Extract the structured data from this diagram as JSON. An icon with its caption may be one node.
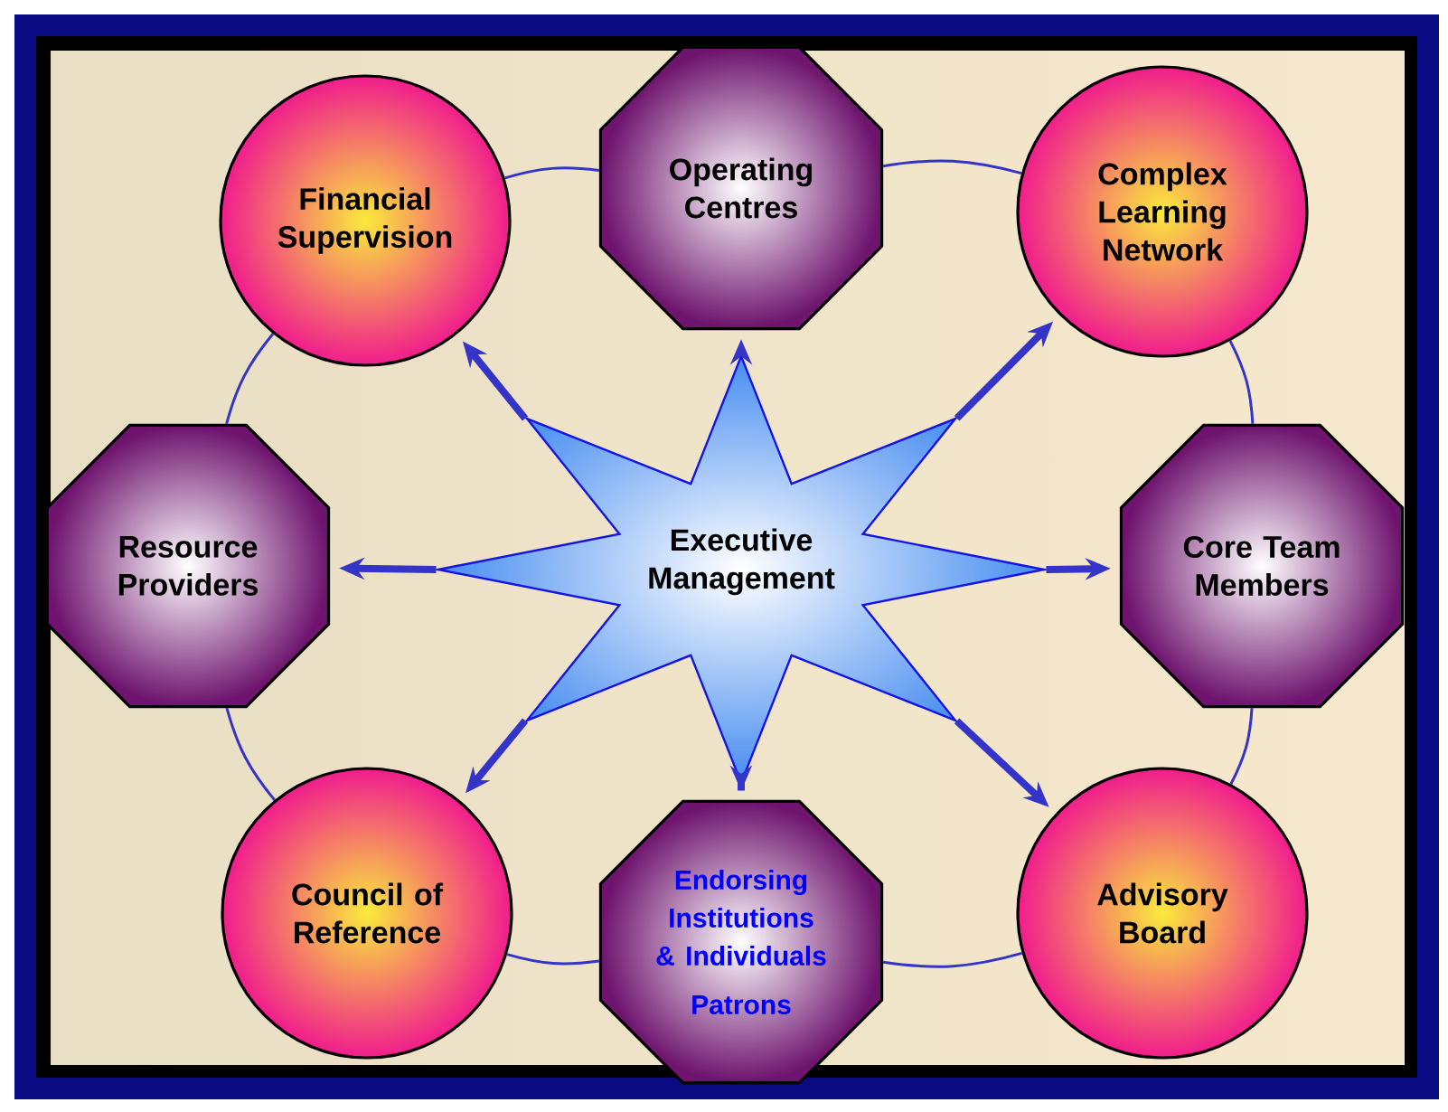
{
  "diagram": {
    "nodes": [
      {
        "text": [
          "Financial Supervision"
        ]
      },
      {
        "text": [
          "Operating Centres"
        ]
      },
      {
        "text": [
          "Complex Learning Network"
        ]
      },
      {
        "text": [
          "Resource Providers"
        ]
      },
      {
        "text": [
          "Executive Management"
        ]
      },
      {
        "text": [
          "Core Team Members"
        ]
      },
      {
        "text": [
          "Council of Reference"
        ]
      },
      {
        "text": [
          "Endorsing Institutions & Individuals",
          "Patrons"
        ]
      },
      {
        "text": [
          "Advisory Board"
        ]
      }
    ],
    "edges": [
      {
        "from": 4,
        "to": 0,
        "arrow": "to",
        "style": "thick"
      },
      {
        "from": 4,
        "to": 1,
        "arrow": "to",
        "style": "thick"
      },
      {
        "from": 4,
        "to": 2,
        "arrow": "to",
        "style": "thick"
      },
      {
        "from": 4,
        "to": 3,
        "arrow": "to",
        "style": "thick"
      },
      {
        "from": 4,
        "to": 5,
        "arrow": "to",
        "style": "thick"
      },
      {
        "from": 4,
        "to": 6,
        "arrow": "to",
        "style": "thick"
      },
      {
        "from": 4,
        "to": 7,
        "arrow": "to",
        "style": "thick"
      },
      {
        "from": 4,
        "to": 8,
        "arrow": "to",
        "style": "thick"
      },
      {
        "from": 0,
        "to": 1,
        "arrow": "none"
      },
      {
        "from": 1,
        "to": 2,
        "arrow": "none"
      },
      {
        "from": 2,
        "to": 5,
        "arrow": "none"
      },
      {
        "from": 5,
        "to": 8,
        "arrow": "none"
      },
      {
        "from": 8,
        "to": 7,
        "arrow": "none"
      },
      {
        "from": 7,
        "to": 6,
        "arrow": "none"
      },
      {
        "from": 6,
        "to": 3,
        "arrow": "none"
      },
      {
        "from": 3,
        "to": 0,
        "arrow": "none"
      }
    ]
  }
}
